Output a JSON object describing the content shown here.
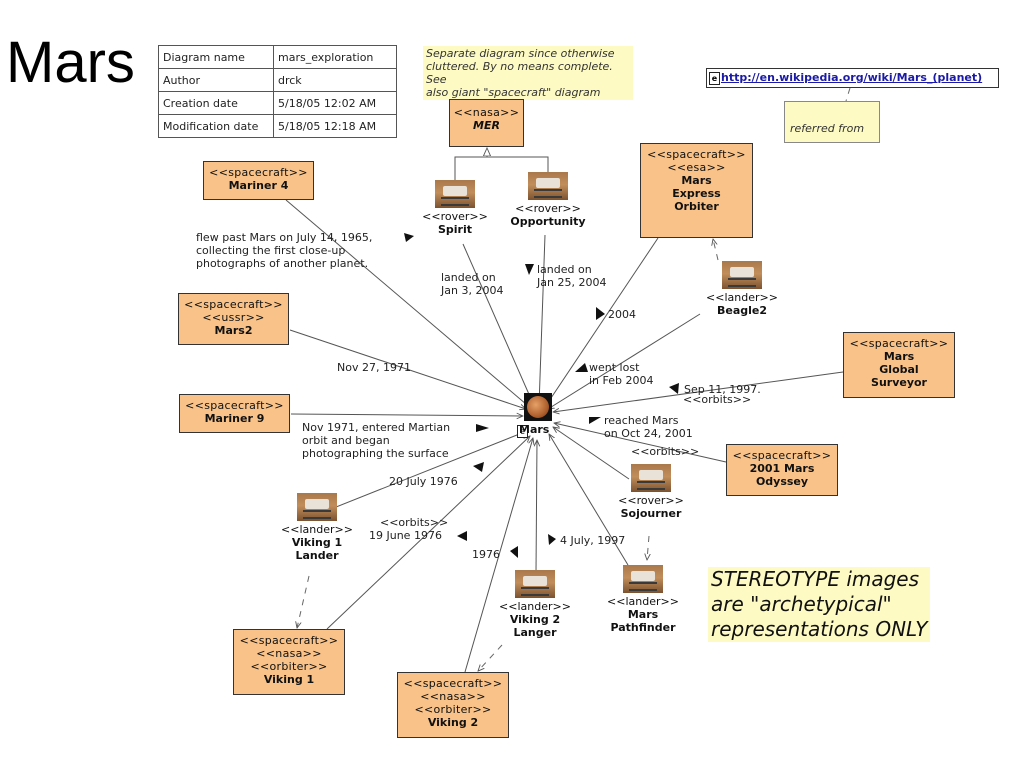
{
  "title": "Mars",
  "info_table": [
    {
      "key": "Diagram name",
      "value": "mars_exploration"
    },
    {
      "key": "Author",
      "value": "drck"
    },
    {
      "key": "Creation date",
      "value": "5/18/05 12:02 AM"
    },
    {
      "key": "Modification date",
      "value": "5/18/05 12:18 AM"
    }
  ],
  "notes": {
    "separate": [
      "Separate diagram since otherwise",
      "cluttered. By no means complete. See",
      "also giant \"spacecraft\"  diagram"
    ],
    "referred": "referred from",
    "stereotype": [
      "STEREOTYPE images",
      "are \"archetypical\"",
      "representations ONLY"
    ]
  },
  "link": {
    "icon": "e",
    "url": "http://en.wikipedia.org/wiki/Mars_(planet)"
  },
  "boxes": {
    "mer": {
      "stereotype": "<<nasa>>",
      "name": "MER"
    },
    "mariner4": {
      "stereotype": "<<spacecraft>>",
      "name": "Mariner 4"
    },
    "mars2": {
      "stereotype1": "<<spacecraft>>",
      "stereotype2": "<<ussr>>",
      "name": "Mars2"
    },
    "mariner9": {
      "stereotype": "<<spacecraft>>",
      "name": "Mariner 9"
    },
    "mex": {
      "stereotype1": "<<spacecraft>>",
      "stereotype2": "<<esa>>",
      "name1": "Mars",
      "name2": "Express",
      "name3": "Orbiter"
    },
    "mgs": {
      "stereotype": "<<spacecraft>>",
      "name1": "Mars",
      "name2": "Global",
      "name3": "Surveyor"
    },
    "odyssey": {
      "stereotype": "<<spacecraft>>",
      "name1": "2001 Mars",
      "name2": "Odyssey"
    },
    "viking1": {
      "stereotype1": "<<spacecraft>>",
      "stereotype2": "<<nasa>>",
      "stereotype3": "<<orbiter>>",
      "name": "Viking 1"
    },
    "viking2": {
      "stereotype1": "<<spacecraft>>",
      "stereotype2": "<<nasa>>",
      "stereotype3": "<<orbiter>>",
      "name": "Viking 2"
    }
  },
  "nodes": {
    "spirit": {
      "stereotype": "<<rover>>",
      "name": "Spirit"
    },
    "opportunity": {
      "stereotype": "<<rover>>",
      "name": "Opportunity"
    },
    "beagle2": {
      "stereotype": "<<lander>>",
      "name": "Beagle2"
    },
    "sojourner": {
      "stereotype": "<<rover>>",
      "name": "Sojourner"
    },
    "viking1_lander": {
      "stereotype": "<<lander>>",
      "name1": "Viking 1",
      "name2": "Lander"
    },
    "viking2_lander": {
      "stereotype": "<<lander>>",
      "name1": "Viking 2",
      "name2": "Langer"
    },
    "pathfinder": {
      "stereotype": "<<lander>>",
      "name1": "Mars",
      "name2": "Pathfinder"
    }
  },
  "mars": {
    "icon": "e",
    "name": "Mars"
  },
  "labels": {
    "mariner4": [
      "flew past Mars on July 14, 1965,",
      "collecting the first close-up",
      "photographs of another planet."
    ],
    "spirit": [
      "landed on",
      "Jan 3, 2004"
    ],
    "opportunity": [
      "landed on",
      "Jan 25, 2004"
    ],
    "beagle_year": "2004",
    "mars2": "Nov 27, 1971",
    "lost": [
      "went lost",
      "in Feb 2004"
    ],
    "mgs_date": "Sep 11, 1997.",
    "mgs_orbits": "<<orbits>>",
    "mariner9": [
      "Nov 1971, entered Martian",
      "orbit and began",
      "photographing the surface"
    ],
    "odyssey_reached": [
      "reached Mars",
      "on Oct 24, 2001"
    ],
    "odyssey_orbits": "<<orbits>>",
    "viking1_lander": "20 July 1976",
    "viking1_orbits": "<<orbits>>",
    "viking1_date": "19 June 1976",
    "viking2_year": "1976",
    "pathfinder": "4 July, 1997"
  },
  "colors": {
    "box_fill": "#f8c288",
    "note_fill": "#fdfac3",
    "line": "#555555",
    "link": "#1a1aa6"
  }
}
